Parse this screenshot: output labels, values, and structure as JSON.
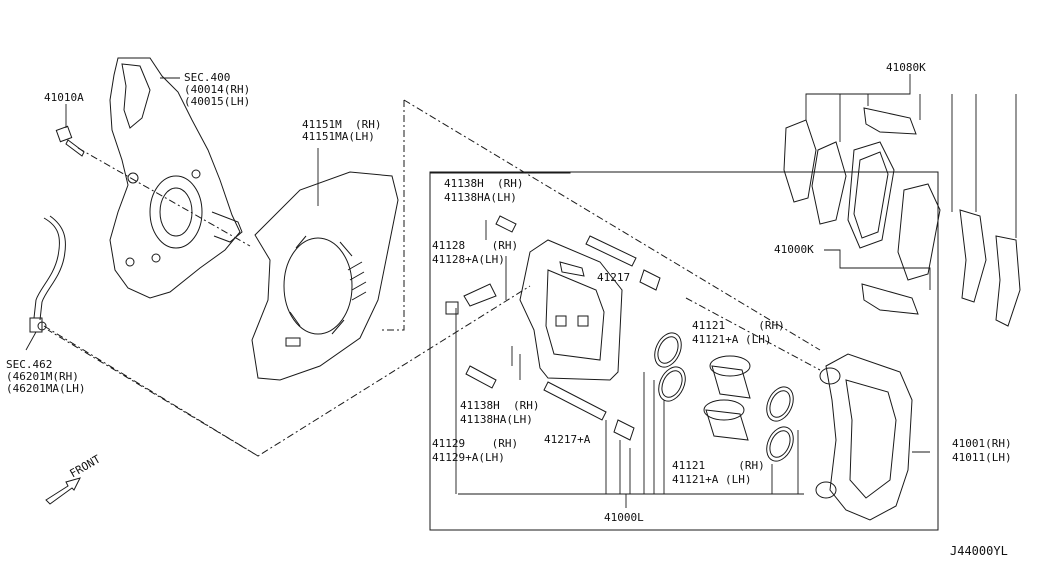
{
  "labels": {
    "sec400": "SEC.400",
    "p40014": "(40014(RH)",
    "p40015": "(40015(LH)",
    "p41010a": "41010A",
    "p41151m": "41151M  (RH)",
    "p41151ma": "41151MA(LH)",
    "sec462": "SEC.462",
    "p46201m": "(46201M(RH)",
    "p46201ma": "(46201MA(LH)",
    "p41138h_top": "41138H  (RH)",
    "p41138ha_top": "41138HA(LH)",
    "p41128": "41128    (RH)",
    "p41128a": "41128+A(LH)",
    "p41217": "41217",
    "p41121_top": "41121     (RH)",
    "p41121a_top": "41121+A (LH)",
    "p41138h_bot": "41138H  (RH)",
    "p41138ha_bot": "41138HA(LH)",
    "p41217a": "41217+A",
    "p41129": "41129    (RH)",
    "p41129a": "41129+A(LH)",
    "p41121_bot": "41121     (RH)",
    "p41121a_bot": "41121+A (LH)",
    "p41000l": "41000L",
    "p41080k": "41080K",
    "p41000k": "41000K",
    "p41001": "41001(RH)",
    "p41011": "41011(LH)",
    "front": "FRONT",
    "diagram_code": "J44000YL"
  }
}
